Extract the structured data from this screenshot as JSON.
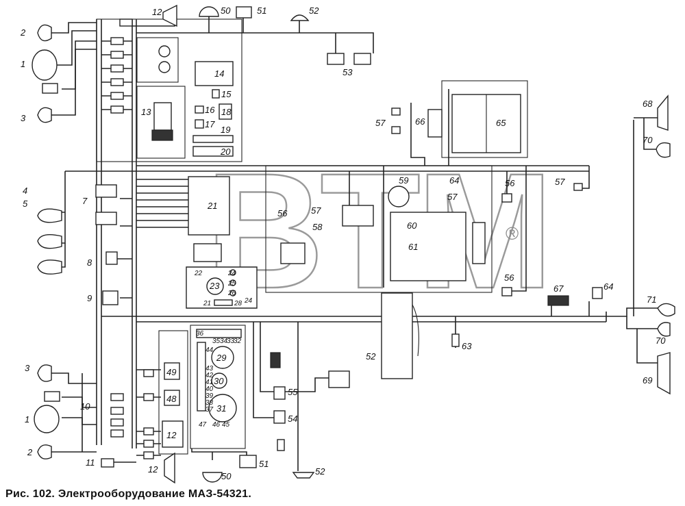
{
  "caption": "Рис. 102. Электрооборудование МАЗ-54321.",
  "watermark": {
    "text": "BTM",
    "mark": "®",
    "color": "#9a9a9a"
  },
  "labels": [
    "12",
    "50",
    "51",
    "52",
    "53",
    "2",
    "1",
    "3",
    "14",
    "15",
    "16",
    "17",
    "18",
    "19",
    "13",
    "20",
    "57",
    "66",
    "65",
    "68",
    "70",
    "4",
    "5",
    "7",
    "21",
    "59",
    "64",
    "57",
    "56",
    "57",
    "56",
    "57",
    "58",
    "60",
    "61",
    "8",
    "9",
    "22",
    "24",
    "23",
    "25",
    "26",
    "21",
    "28",
    "24",
    "56",
    "67",
    "64",
    "71",
    "70",
    "52",
    "63",
    "69",
    "36",
    "35",
    "34",
    "33",
    "32",
    "44",
    "29",
    "43",
    "42",
    "30",
    "41",
    "40",
    "39",
    "38",
    "31",
    "37",
    "47",
    "46",
    "45",
    "49",
    "48",
    "12",
    "55",
    "54",
    "3",
    "1",
    "10",
    "2",
    "11",
    "12",
    "50",
    "51",
    "52"
  ]
}
